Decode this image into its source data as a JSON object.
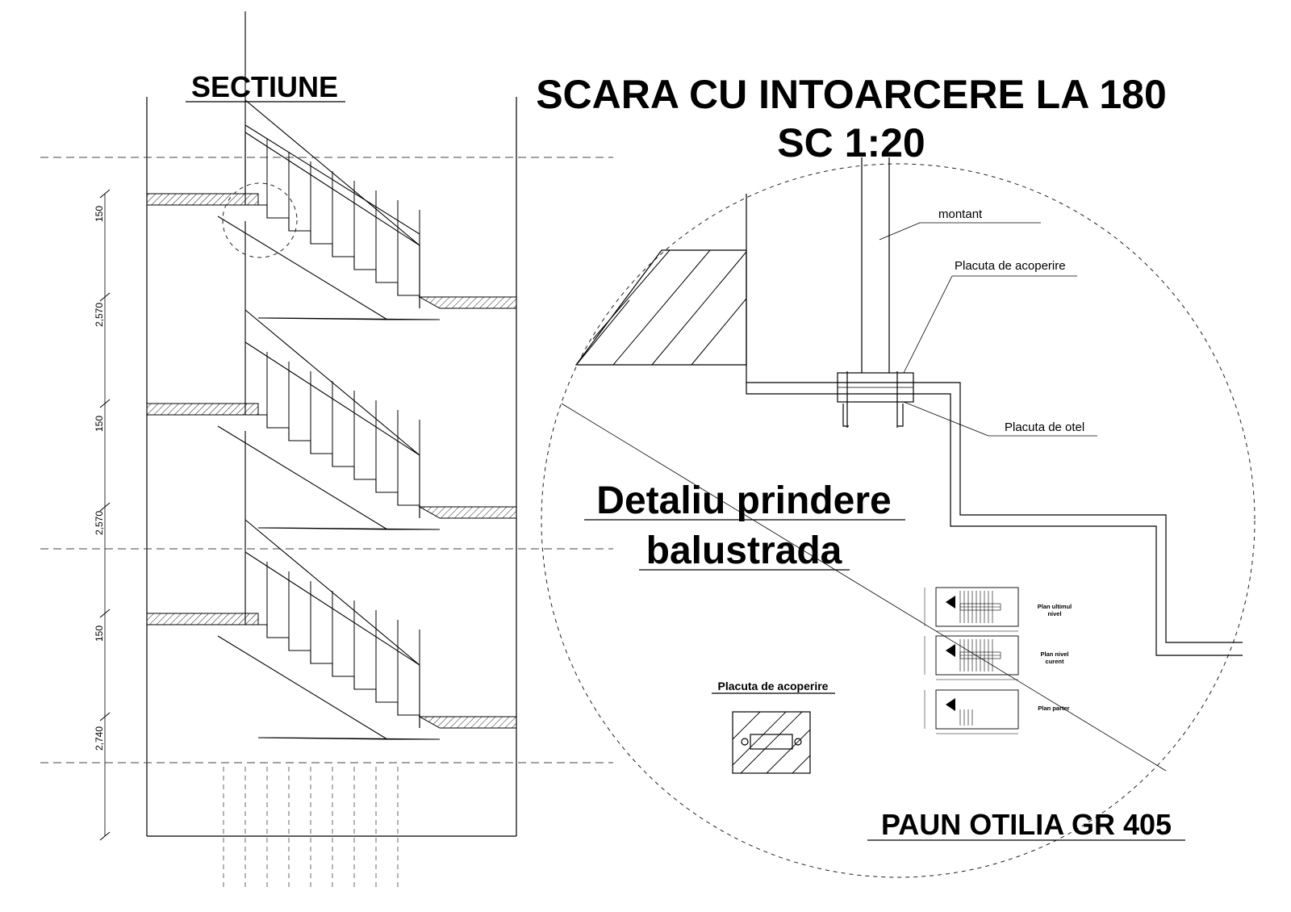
{
  "titles": {
    "section": "SECTIUNE",
    "main": "SCARA CU INTOARCERE LA 180",
    "scale": "SC 1:20",
    "detail_line1": "Detaliu prindere",
    "detail_line2": "balustrada",
    "author": "PAUN OTILIA GR 405"
  },
  "dimensions": [
    "150",
    "2,570",
    "150",
    "2,570",
    "150",
    "2,740"
  ],
  "detail_labels": {
    "montant": "montant",
    "placuta_acoperire": "Placuta de acoperire",
    "placuta_otel": "Placuta de otel"
  },
  "plate_detail": {
    "title": "Placuta de acoperire"
  },
  "plans": [
    {
      "line1": "Plan ultimul",
      "line2": "nivel"
    },
    {
      "line1": "Plan nivel",
      "line2": "curent"
    },
    {
      "line1": "Plan parter",
      "line2": ""
    }
  ],
  "colors": {
    "ink": "#000000",
    "background": "#ffffff"
  }
}
